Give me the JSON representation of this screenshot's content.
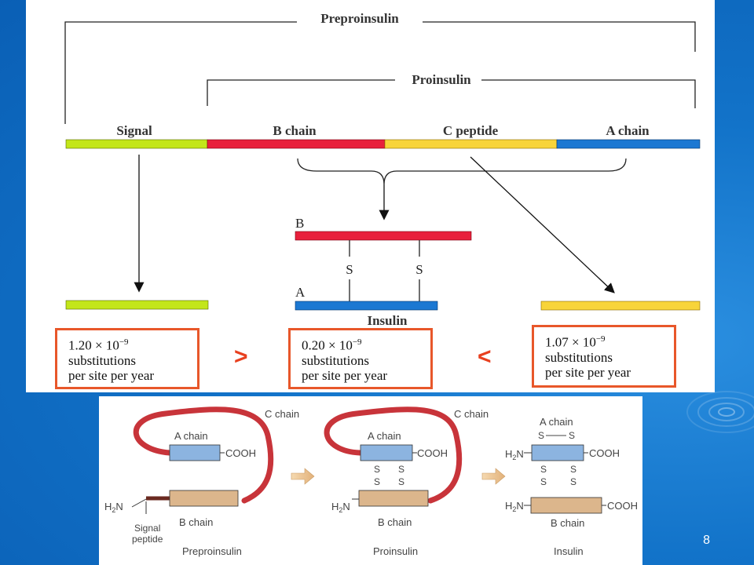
{
  "top": {
    "preproinsulin_label": "Preproinsulin",
    "proinsulin_label": "Proinsulin",
    "segments": [
      {
        "label": "Signal",
        "color": "#c3e61a"
      },
      {
        "label": "B chain",
        "color": "#e8203c"
      },
      {
        "label": "C peptide",
        "color": "#f8d43a"
      },
      {
        "label": "A chain",
        "color": "#1c78d2"
      }
    ],
    "insulin": {
      "b_label": "B",
      "a_label": "A",
      "s_label": "S",
      "name": "Insulin"
    },
    "rates": [
      {
        "mantissa": "1.20",
        "times": "× 10",
        "exponent": "−9",
        "line2": "substitutions",
        "line3": "per site per year"
      },
      {
        "mantissa": "0.20",
        "times": "× 10",
        "exponent": "−9",
        "line2": "substitutions",
        "line3": "per site per year"
      },
      {
        "mantissa": "1.07",
        "times": "× 10",
        "exponent": "−9",
        "line2": "substitutions",
        "line3": "per site per year"
      }
    ],
    "comparisons": [
      ">",
      "<"
    ]
  },
  "bottom": {
    "c_chain": "C chain",
    "a_chain": "A chain",
    "b_chain": "B chain",
    "cooh": "COOH",
    "h2n": "H2N",
    "h2n_main": "H",
    "h2n_sub": "2",
    "h2n_tail": "N",
    "s": "S",
    "signal_line1": "Signal",
    "signal_line2": "peptide",
    "stage_labels": [
      "Preproinsulin",
      "Proinsulin",
      "Insulin"
    ],
    "colors": {
      "chain": "#c8343a",
      "a_box": "#8cb4e0",
      "b_box": "#dcb68c"
    }
  },
  "page_number": "8"
}
